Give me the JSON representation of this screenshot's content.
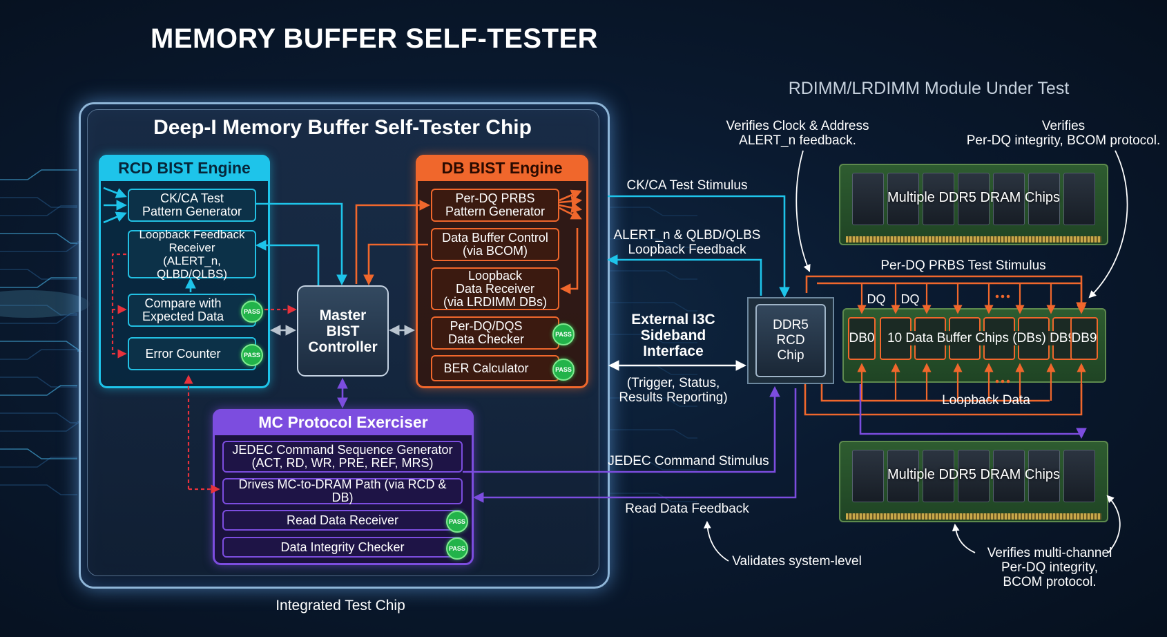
{
  "title": "MEMORY BUFFER SELF-TESTER",
  "chip": {
    "title": "Deep-I Memory Buffer Self-Tester Chip",
    "caption": "Integrated Test Chip"
  },
  "rcd_engine": {
    "title": "RCD BIST Engine",
    "blocks": [
      "CK/CA Test\nPattern Generator",
      "Loopback Feedback\nReceiver\n(ALERT_n, QLBD/QLBS)",
      "Compare with\nExpected Data",
      "Error Counter"
    ]
  },
  "db_engine": {
    "title": "DB BIST Engine",
    "blocks": [
      "Per-DQ PRBS\nPattern Generator",
      "Data Buffer Control\n(via BCOM)",
      "Loopback\nData Receiver\n(via LRDIMM DBs)",
      "Per-DQ/DQS\nData Checker",
      "BER Calculator"
    ]
  },
  "master": "Master BIST\nController",
  "mc_exerciser": {
    "title": "MC Protocol Exerciser",
    "blocks": [
      "JEDEC Command Sequence Generator\n(ACT, RD, WR, PRE, REF, MRS)",
      "Drives MC-to-DRAM Path (via RCD & DB)",
      "Read Data Receiver",
      "Data Integrity Checker"
    ]
  },
  "pass_badge": "PASS",
  "signals": {
    "ck_ca": "CK/CA Test Stimulus",
    "alert": "ALERT_n & QLBD/QLBS\nLoopback Feedback",
    "i3c": "External I3C\nSideband\nInterface",
    "i3c_note": "(Trigger, Status,\nResults Reporting)",
    "jedec": "JEDEC Command Stimulus",
    "read_feedback": "Read Data Feedback",
    "validates": "Validates system-level",
    "per_dq": "Per-DQ PRBS Test Stimulus",
    "loopback": "Loopback Data"
  },
  "module": {
    "title": "RDIMM/LRDIMM Module Under Test",
    "note_clock": "Verifies Clock & Address\nALERT_n feedback.",
    "note_dq": "Verifies\nPer-DQ integrity, BCOM protocol.",
    "note_multi": "Verifies multi-channel\nPer-DQ integrity,\nBCOM protocol.",
    "dram_label": "Multiple DDR5 DRAM Chips",
    "rcd_chip": "DDR5\nRCD\nChip",
    "db_first": "DB0",
    "db_middle": "10 Data Buffer Chips (DBs) DB9",
    "db_last": "DB9",
    "dq_label": "DQ"
  },
  "colors": {
    "rcd": "#1ec4ea",
    "db": "#f0672c",
    "mc": "#7c4ddf",
    "pass": "#22b34a",
    "error": "#e8323c"
  }
}
